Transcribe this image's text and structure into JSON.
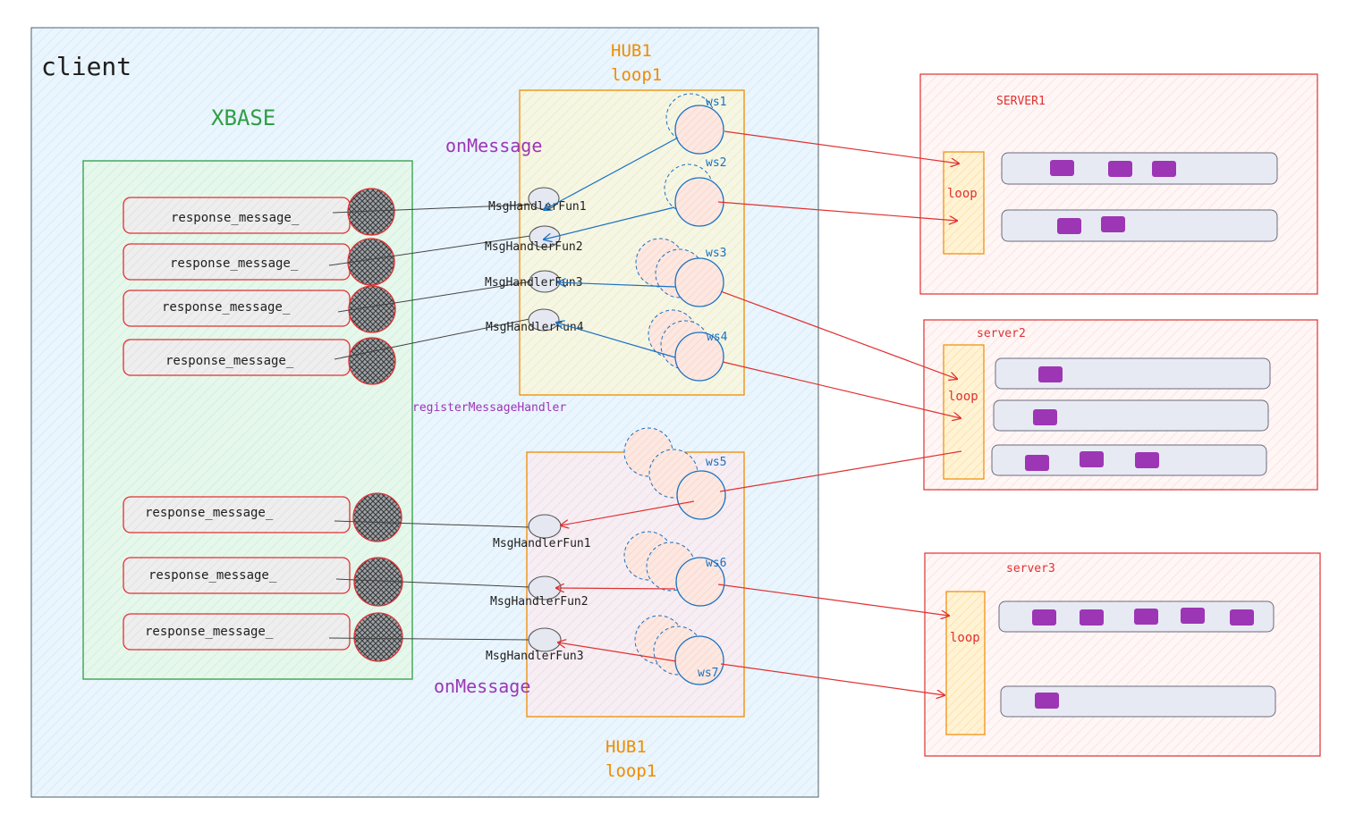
{
  "client": {
    "title": "client"
  },
  "xbase": {
    "title": "XBASE"
  },
  "hub_top": {
    "line1": "HUB1",
    "line2": "loop1",
    "on_message": "onMessage"
  },
  "hub_bottom": {
    "line1": "HUB1",
    "line2": "loop1",
    "on_message": "onMessage"
  },
  "register_label": "registerMessageHandler",
  "response_label": "response_message_",
  "handlers_top": [
    "MsgHandlerFun1",
    "MsgHandlerFun2",
    "MsgHandlerFun3",
    "MsgHandlerFun4"
  ],
  "handlers_bottom": [
    "MsgHandlerFun1",
    "MsgHandlerFun2",
    "MsgHandlerFun3"
  ],
  "websockets": [
    "ws1",
    "ws2",
    "ws3",
    "ws4",
    "ws5",
    "ws6",
    "ws7"
  ],
  "servers": [
    {
      "name": "SERVER1",
      "loop": "loop",
      "queues": [
        3,
        2
      ]
    },
    {
      "name": "server2",
      "loop": "loop",
      "queues": [
        1,
        1,
        3
      ]
    },
    {
      "name": "server3",
      "loop": "loop",
      "queues": [
        5,
        1
      ]
    }
  ],
  "colors": {
    "client_fill": "#e8f4fc",
    "xbase_border": "#2f9e44",
    "xbase_fill": "#e3f6e8",
    "hub_border": "#f08c00",
    "server_border": "#e03131",
    "ws_stroke": "#1971c2",
    "purple": "#9c36b5",
    "queue_fill": "#e8eaf3"
  }
}
